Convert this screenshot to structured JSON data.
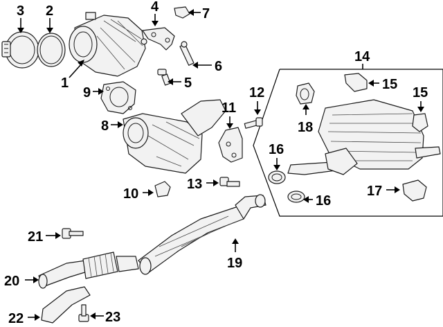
{
  "diagram": {
    "callouts": [
      {
        "id": "c1",
        "label": "1"
      },
      {
        "id": "c2",
        "label": "2"
      },
      {
        "id": "c3",
        "label": "3"
      },
      {
        "id": "c4",
        "label": "4"
      },
      {
        "id": "c5",
        "label": "5"
      },
      {
        "id": "c6",
        "label": "6"
      },
      {
        "id": "c7",
        "label": "7"
      },
      {
        "id": "c8",
        "label": "8"
      },
      {
        "id": "c9",
        "label": "9"
      },
      {
        "id": "c10",
        "label": "10"
      },
      {
        "id": "c11",
        "label": "11"
      },
      {
        "id": "c12",
        "label": "12"
      },
      {
        "id": "c13",
        "label": "13"
      },
      {
        "id": "c14",
        "label": "14"
      },
      {
        "id": "c15a",
        "label": "15"
      },
      {
        "id": "c15b",
        "label": "15"
      },
      {
        "id": "c16a",
        "label": "16"
      },
      {
        "id": "c16b",
        "label": "16"
      },
      {
        "id": "c17",
        "label": "17"
      },
      {
        "id": "c18",
        "label": "18"
      },
      {
        "id": "c19",
        "label": "19"
      },
      {
        "id": "c20",
        "label": "20"
      },
      {
        "id": "c21",
        "label": "21"
      },
      {
        "id": "c22",
        "label": "22"
      },
      {
        "id": "c23",
        "label": "23"
      }
    ]
  }
}
